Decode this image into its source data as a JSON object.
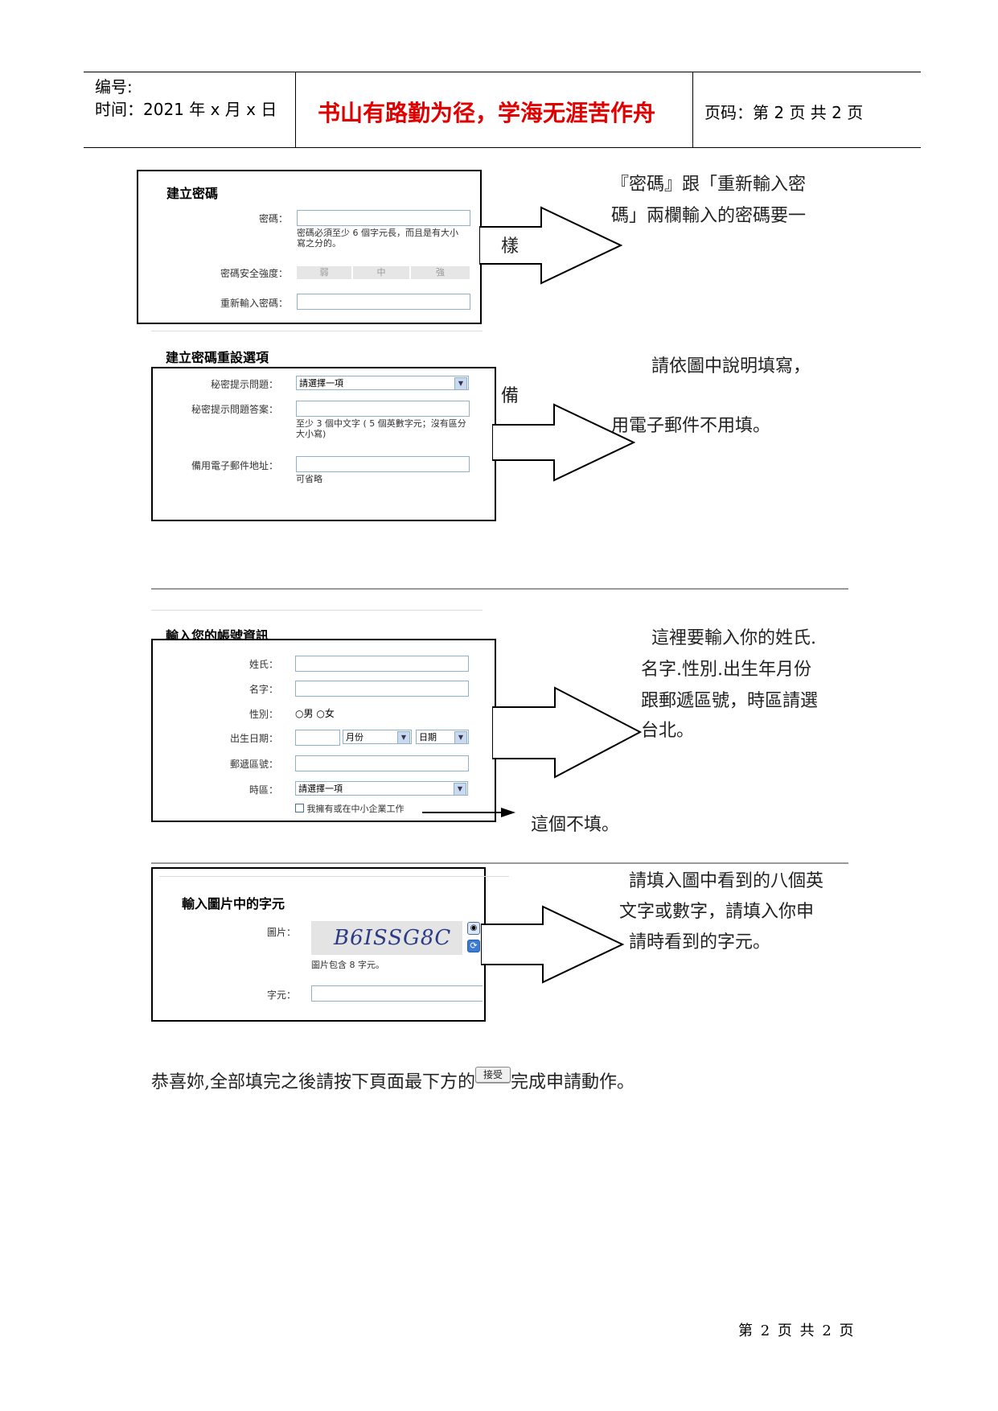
{
  "header": {
    "number_label": "编号:",
    "time_label": "时间：2021 年 x 月 x 日",
    "motto": "书山有路勤为径，学海无涯苦作舟",
    "page_label": "页码：第 2 页  共 2 页"
  },
  "password_form": {
    "title": "建立密碼",
    "password_label": "密碼：",
    "password_hint": "密碼必須至少 6 個字元長，而且是有大小寫之分的。",
    "strength_label": "密碼安全強度：",
    "strength_levels": [
      "弱",
      "中",
      "強"
    ],
    "reenter_label": "重新輸入密碼："
  },
  "callout_password": {
    "line1": "『密碼』跟「重新輸入密",
    "line2": "碼」兩欄輸入的密碼要一",
    "line3": "樣"
  },
  "reset_form": {
    "title": "建立密碼重設選項",
    "question_label": "秘密提示問題：",
    "question_value": "請選擇一項",
    "answer_label": "秘密提示問題答案：",
    "answer_hint": "至少 3 個中文字 ( 5 個英數字元；沒有區分大小寫)",
    "email_label": "備用電子郵件地址：",
    "email_hint": "可省略"
  },
  "callout_reset": {
    "line1": "請依圖中說明填寫，",
    "line2": "備",
    "line3": "用電子郵件不用填。"
  },
  "account_form": {
    "title": "輸入您的帳號資訊",
    "surname_label": "姓氏：",
    "name_label": "名字：",
    "gender_label": "性別：",
    "gender_male": "男",
    "gender_female": "女",
    "birth_label": "出生日期：",
    "month_value": "月份",
    "day_value": "日期",
    "zip_label": "郵遞區號：",
    "timezone_label": "時區：",
    "timezone_value": "請選擇一項",
    "sme_checkbox_label": "我擁有或在中小企業工作"
  },
  "callout_account": {
    "line1": "這裡要輸入你的姓氏.",
    "line2": "名字.性別.出生年月份",
    "line3": "跟郵遞區號，時區請選",
    "line4": "台北。",
    "skip_note": "這個不填。"
  },
  "captcha_form": {
    "title": "輸入圖片中的字元",
    "picture_label": "圖片：",
    "captcha_text": "B6ISSG8C",
    "picture_hint": "圖片包含 8 字元。",
    "chars_label": "字元："
  },
  "callout_captcha": {
    "line1": "請填入圖中看到的八個英",
    "line2": "文字或數字，請填入你申",
    "line3": "請時看到的字元。"
  },
  "footer_text": {
    "before": "恭喜妳,全部填完之後請按下頁面最下方的",
    "button": "接受",
    "after": "完成申請動作。"
  },
  "page_footer": "第 2 页 共 2 页"
}
